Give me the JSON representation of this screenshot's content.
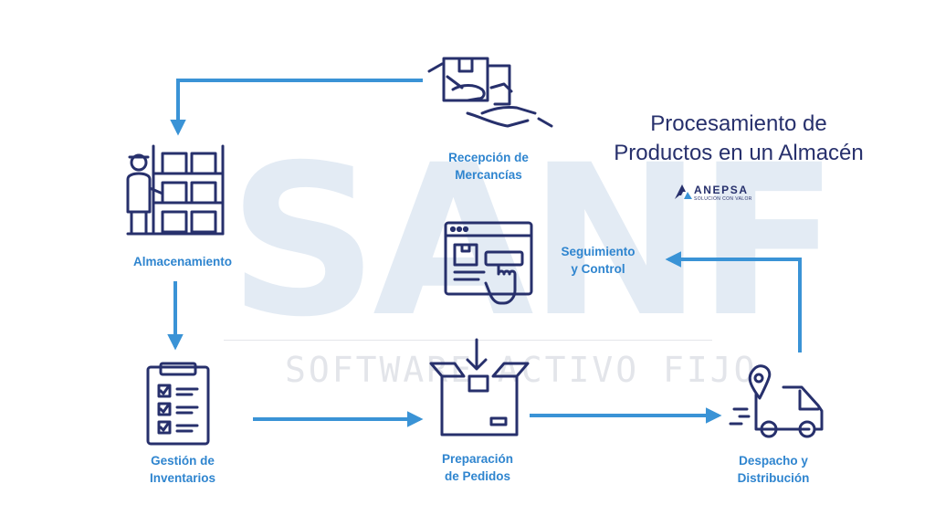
{
  "title": {
    "line1": "Procesamiento de",
    "line2": "Productos en un Almacén"
  },
  "brand": {
    "name": "ANEPSA",
    "tagline": "SOLUCIÓN CON VALOR"
  },
  "watermark": {
    "text": "SANF",
    "subtext": "SOFTWARE ACTIVO FIJO"
  },
  "steps": {
    "recepcion": {
      "line1": "Recepción de",
      "line2": "Mercancías",
      "icon": "hand-receiving-box-icon"
    },
    "almacenamiento": {
      "line1": "Almacenamiento",
      "icon": "warehouse-shelves-worker-icon"
    },
    "gestion": {
      "line1": "Gestión de",
      "line2": "Inventarios",
      "icon": "clipboard-checklist-icon"
    },
    "preparacion": {
      "line1": "Preparación",
      "line2": "de Pedidos",
      "icon": "open-box-arrow-icon"
    },
    "despacho": {
      "line1": "Despacho y",
      "line2": "Distribución",
      "icon": "delivery-truck-location-icon"
    },
    "seguimiento": {
      "line1": "Seguimiento",
      "line2": "y Control",
      "icon": "browser-tracking-click-icon"
    }
  },
  "colors": {
    "arrow": "#3a93d6",
    "icon": "#27306c",
    "label": "#2f85cf",
    "title": "#27306c",
    "watermark": "#e3ebf4"
  }
}
